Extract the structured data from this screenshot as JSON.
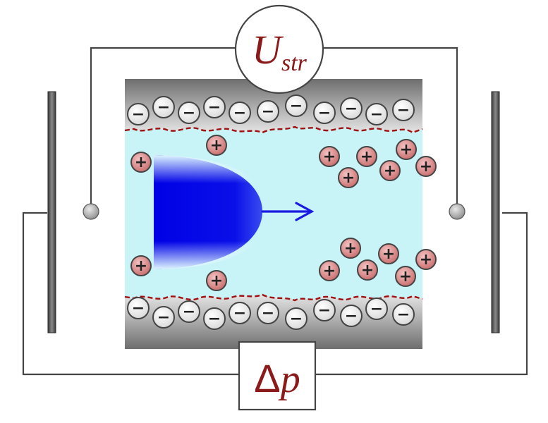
{
  "labels": {
    "voltmeter_main": "U",
    "voltmeter_sub": "str",
    "pressure_symbol": "Δ",
    "pressure_var": "p"
  },
  "ions": {
    "negative_sign": "−",
    "positive_sign": "+"
  },
  "colors": {
    "label_text": "#8b1a1a",
    "flow_profile": "#0000e6",
    "flow_arrow": "#1a1ae0",
    "channel_fluid": "#c8f4f8",
    "double_layer_boundary": "#a01010",
    "positive_ion_fill": "#d98888",
    "negative_ion_fill": "#f2f2f2",
    "wire": "#444444",
    "electrode": "#555555"
  }
}
